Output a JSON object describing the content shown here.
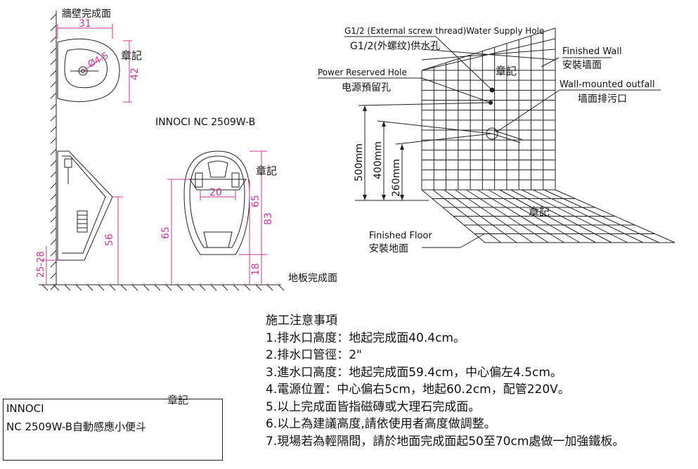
{
  "left_view": {
    "wall_finish_label": "牆壁完成面",
    "floor_finish_label": "地板完成面",
    "model_label": "INNOCI NC 2509W-B",
    "stamp": "章記",
    "dims": {
      "top_width": "31",
      "top_height": "42",
      "top_hole": "Ø4.5",
      "side_height": "56",
      "side_bottom": "25-28",
      "front_inner_width": "20",
      "front_left_height": "65",
      "front_right_inner": "65",
      "front_total": "83",
      "front_bottom": "18"
    }
  },
  "right_view": {
    "water_en": "G1/2 (External screw thread)Water Supply Hole",
    "water_zh": "G1/2(外螺纹)供水孔",
    "power_en": "Power Reserved Hole",
    "power_zh": "电源預留孔",
    "wall_en": "Finished Wall",
    "wall_zh": "安裝墙面",
    "outfall_en": "Wall-mounted outfall",
    "outfall_zh": "墙面排污口",
    "floor_en": "Finished Floor",
    "floor_zh": "安裝地面",
    "dim_500": "500mm",
    "dim_400": "400mm",
    "dim_260": "260mm",
    "stamp": "章記"
  },
  "notes": {
    "title": "施工注意事項",
    "items": [
      "1.排水口高度：地起完成面40.4cm。",
      "2.排水口管徑：2\"",
      "3.進水口高度：地起完成面59.4cm，中心偏左4.5cm。",
      "4.電源位置：中心偏右5cm，地起60.2cm，配管220V。",
      "5.以上完成面皆指磁磚或大理石完成面。",
      "6.以上為建議高度,請依使用者高度做調整。",
      "7.現場若為輕隔間，請於地面完成面起50至70cm處做一加強鐵板。"
    ]
  },
  "title_block": {
    "brand": "INNOCI",
    "product": "NC 2509W-B自動感應小便斗",
    "stamp": "章記"
  },
  "colors": {
    "dimension": "#c8379a",
    "line": "#222222"
  }
}
